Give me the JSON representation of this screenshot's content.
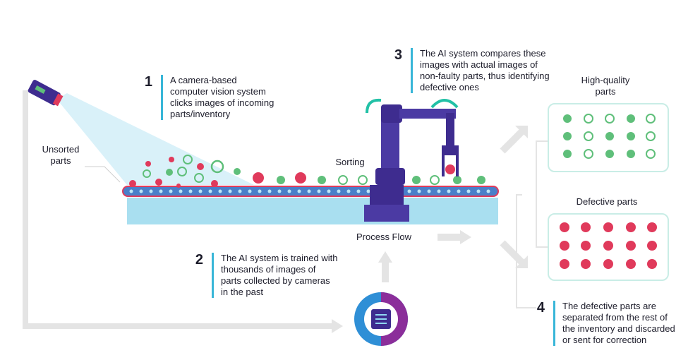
{
  "steps": [
    {
      "num": "1",
      "text": "A camera-based\ncomputer vision system\nclicks images of incoming\nparts/inventory"
    },
    {
      "num": "2",
      "text": "The AI system is trained with\nthousands of images of\nparts collected by cameras\nin the past"
    },
    {
      "num": "3",
      "text": "The AI system compares these\nimages with actual images of\nnon-faulty parts, thus identifying\ndefective ones"
    },
    {
      "num": "4",
      "text": "The defective parts are\nseparated from the rest of\nthe inventory and discarded\nor sent for correction"
    }
  ],
  "labels": {
    "unsorted": "Unsorted\nparts",
    "sorting": "Sorting",
    "process_flow": "Process Flow",
    "high_quality": "High-quality\nparts",
    "defective": "Defective parts"
  },
  "colors": {
    "accent": "#38b6d8",
    "belt": "#a9dff0",
    "defect_red": "#e03a5b",
    "good_green": "#5fbf7a",
    "robot_purple": "#3e2c8f",
    "arrow_grey": "#e4e4e4"
  },
  "icons": [
    "camera-icon",
    "robot-arm-icon",
    "ai-gear-chip-icon",
    "gear-part-icon",
    "wheel-part-icon",
    "defective-part-dot-icon"
  ]
}
